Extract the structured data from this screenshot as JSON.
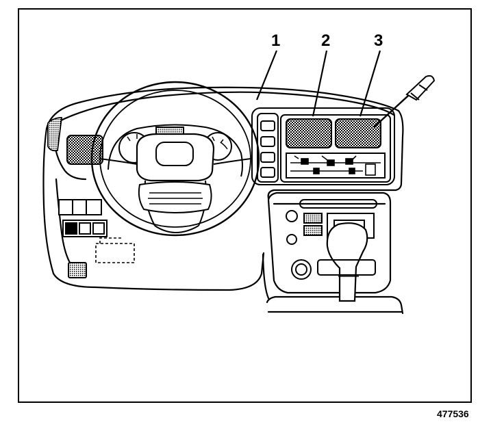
{
  "figure": {
    "callouts": [
      {
        "id": "1",
        "label": "1"
      },
      {
        "id": "2",
        "label": "2"
      },
      {
        "id": "3",
        "label": "3"
      }
    ],
    "reference_code": "477536"
  },
  "colors": {
    "line": "#000000",
    "background": "#ffffff"
  }
}
